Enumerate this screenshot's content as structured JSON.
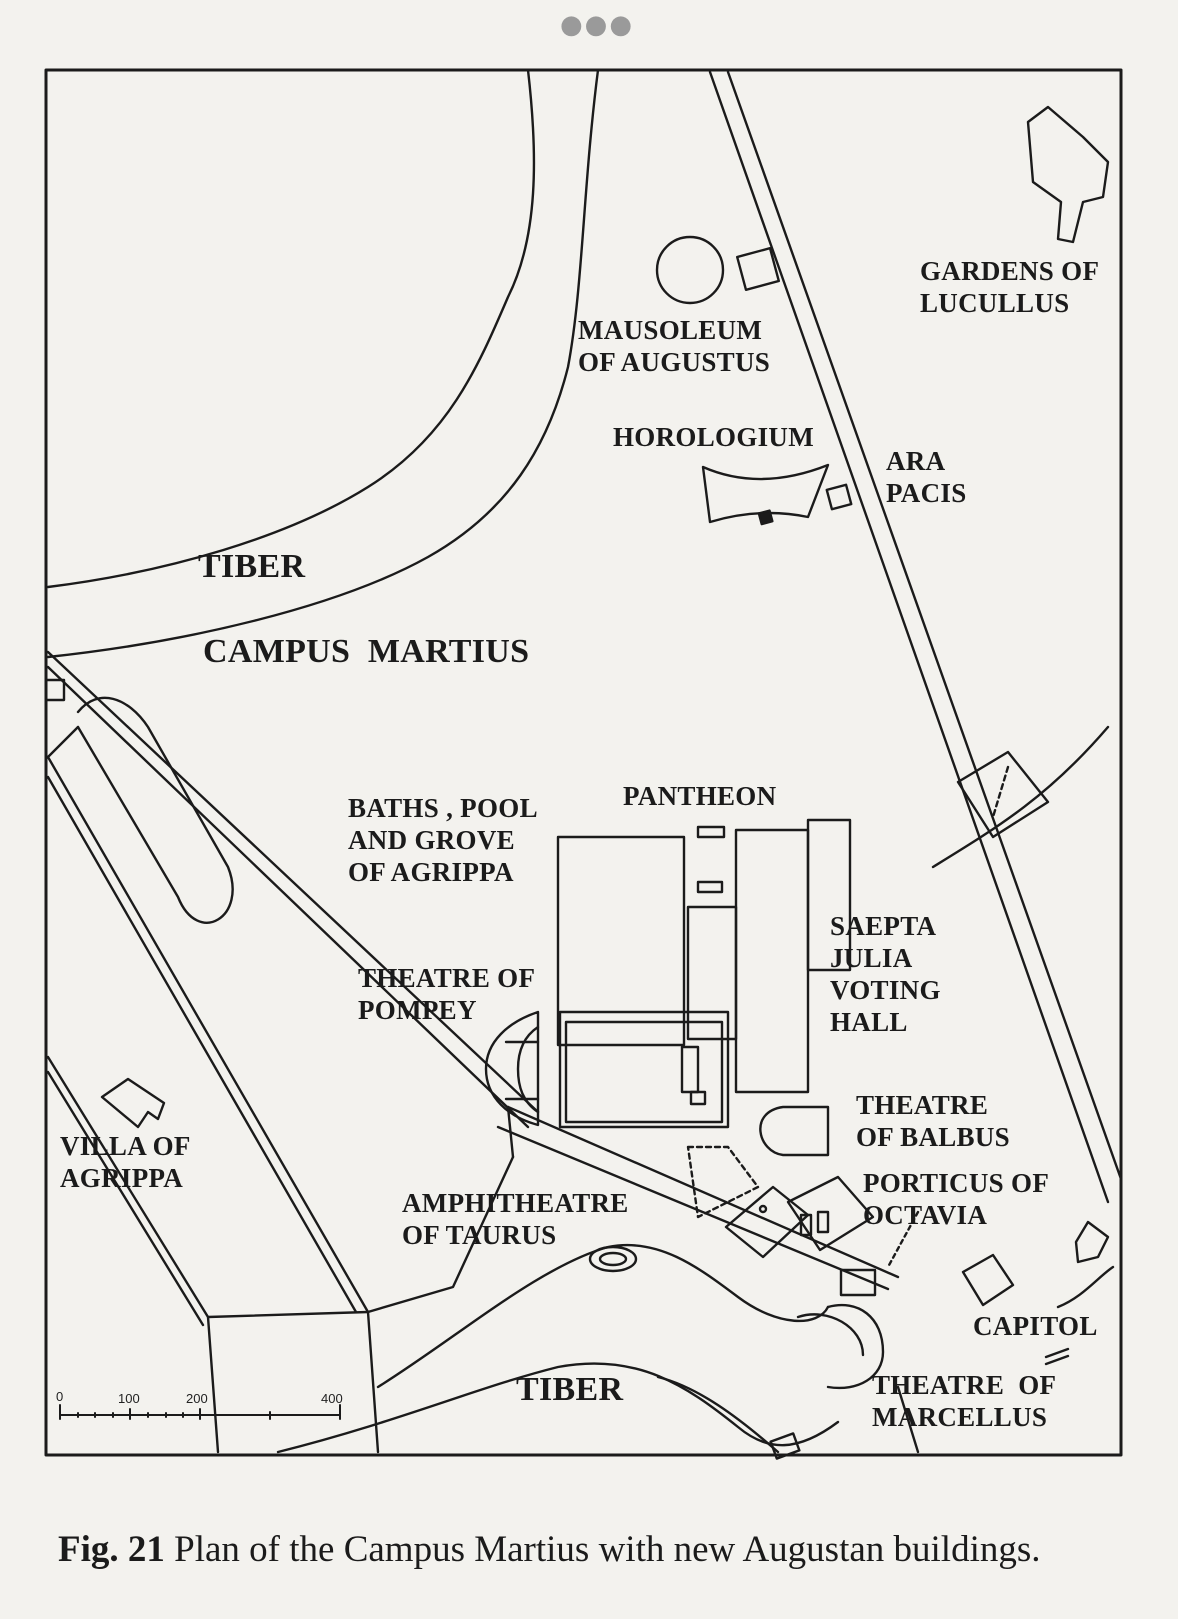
{
  "map": {
    "labels": {
      "gardens": "GARDENS OF\nLUCULLUS",
      "mausoleum": "MAUSOLEUM\nOF AUGUSTUS",
      "horologium": "HOROLOGIUM",
      "ara_pacis": "ARA\nPACIS",
      "tiber_north": "TIBER",
      "campus_martius": "CAMPUS  MARTIUS",
      "pantheon": "PANTHEON",
      "baths": "BATHS , POOL\nAND GROVE\nOF AGRIPPA",
      "saepta": "SAEPTA\nJULIA\nVOTING\nHALL",
      "theatre_pompey": "THEATRE OF\nPOMPEY",
      "theatre_balbus": "THEATRE\nOF BALBUS",
      "villa": "VILLA OF\nAGRIPPA",
      "porticus": "PORTICUS OF\nOCTAVIA",
      "amphitheatre": "AMPHITHEATRE\nOF TAURUS",
      "capitol": "CAPITOL",
      "tiber_south": "TIBER",
      "theatre_marcellus": "THEATRE  OF\nMARCELLUS"
    },
    "scale": {
      "ticks": [
        "0",
        "100",
        "200",
        "400"
      ]
    }
  },
  "caption": {
    "fig": "Fig. 21",
    "text": " Plan of the Campus Martius with new Augustan buildings."
  }
}
